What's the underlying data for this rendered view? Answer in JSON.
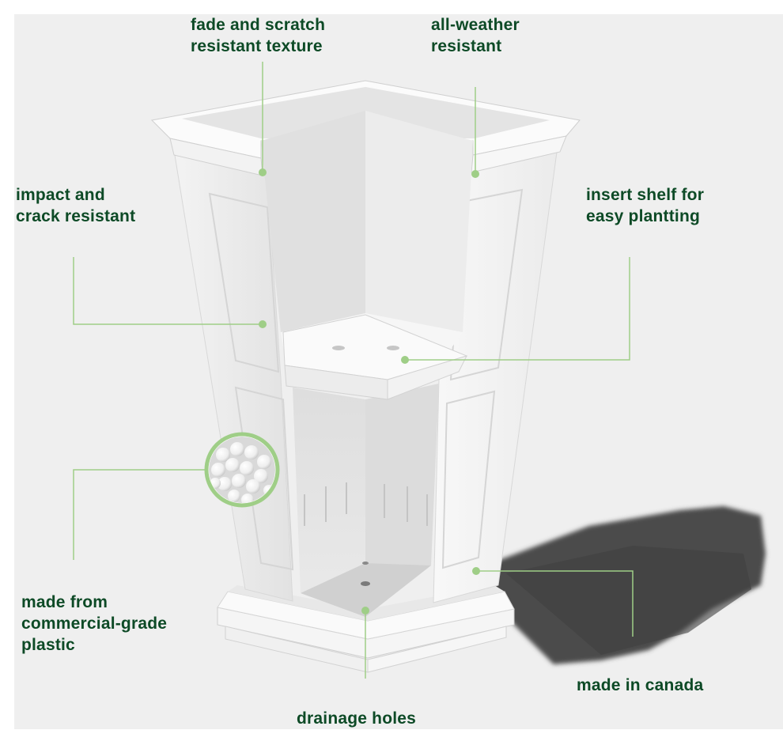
{
  "colors": {
    "label_text": "#0d4a26",
    "callout_line": "#9fce87",
    "background": "#efefef",
    "planter": "#f7f7f7",
    "shadow": "#4b4b4b"
  },
  "callouts": {
    "fade_scratch": {
      "text": "fade and scratch\nresistant texture"
    },
    "all_weather": {
      "text": "all-weather\nresistant"
    },
    "impact_crack": {
      "text": "impact and\ncrack resistant"
    },
    "insert_shelf": {
      "text": "insert shelf for\neasy plantting"
    },
    "commercial_plastic": {
      "text": "made from\ncommercial-grade\nplastic"
    },
    "made_in_canada": {
      "text": "made in canada"
    },
    "drainage_holes": {
      "text": "drainage holes"
    }
  }
}
